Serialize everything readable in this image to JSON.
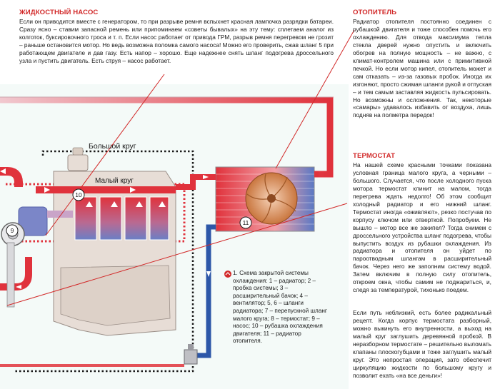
{
  "pump": {
    "title": "ЖИДКОСТНЫЙ НАСОС",
    "text": "Если он приводится вместе с генератором, то при разрыве ремня вспыхнет красная лампочка разрядки батареи. Сразу ясно – ставим запасной ремень или припоминаем «советы бывалых» на эту тему: сплетаем аналог из колготок, буксировочного троса и т. п. Если насос работает от привода ГРМ, разрыв ремня перегревом не грозит – раньше остановится мотор. Но ведь возможна поломка самого насоса! Можно его проверить, сжав шланг 5 при работающем двигателе и дав газу. Есть напор – хорошо. Еще надежнее снять шланг подогрева дроссельного узла и пустить двигатель. Есть струя – насос работает."
  },
  "heater": {
    "title": "ОТОПИТЕЛЬ",
    "text": "Радиатор отопителя постоянно соединен с рубашкой двигателя и тоже способен помочь его охлаждению. Для отвода максимума тепла стекла дверей нужно опустить и включить обогрев на полную мощность – не важно, с климат-контролем машина или с примитивной печкой. Но если мотор кипел, отопитель может и сам отказать – из-за газовых пробок. Иногда их изгоняют, просто сжимая шланги рукой и отпуская – и тем самым заставляя жидкость пульсировать. Но возможны и осложнения. Так, некоторые «самары» удавалось избавить от воздуха, лишь подняв на полметра передок!"
  },
  "thermostat": {
    "title": "ТЕРМОСТАТ",
    "text1": "На нашей схеме красными точками показана условная граница малого круга, а черными – большого. Случается, что после холодного пуска мотора термостат клинит на малом, тогда перегрева ждать недолго! Об этом сообщит холодный радиатор и его нижний шланг. Термостат иногда «оживляют», резко постучав по корпусу ключом или отверткой. Попробуем. Не вышло – мотор все же закипел? Тогда снимем с дроссельного устройства шланг подогрева, чтобы выпустить воздух из рубашки охлаждения. Из радиатора и отопителя он уйдет по пароотводным шлангам в расширительный бачок. Через него же заполним систему водой. Затем включим в полную силу отопитель, откроем окна, чтобы самим не поджариться, и, следя за температурой, тихонько поедем.",
    "text2": "Если путь неблизкий, есть более радикальный рецепт. Когда корпус термостата разборный, можно выкинуть его внутренности, а выход на малый круг заглушить деревянной пробкой. В неразборном термостате – решительно выломать клапаны плоскогубцами и тоже заглушить малый круг. Это непростая операция, зато обеспечит циркуляцию жидкости по большому кругу и позволит ехать «на все деньги»!"
  },
  "caption": {
    "text": "1. Схема закрытой системы охлаждения: 1 – радиатор; 2 – пробка системы; 3 – расширительный бачок; 4 – вентилятор; 5, 6 – шланги радиатора; 7 – перепускной шланг малого круга; 8 – термостат; 9 – насос; 10 – рубашка охлаждения двигателя; 11 – радиатор отопителя."
  },
  "diagram": {
    "big_circle_label": "Большой круг",
    "small_circle_label": "Малый круг",
    "callout_9": "9",
    "callout_10": "10",
    "callout_11": "11"
  },
  "colors": {
    "accent_red": "#d22a2a",
    "hot_pipe": "#e0323c",
    "cold_pipe": "#2d57a8",
    "engine_body": "#e7ddd6",
    "pointer_line": "#d22a2a"
  }
}
